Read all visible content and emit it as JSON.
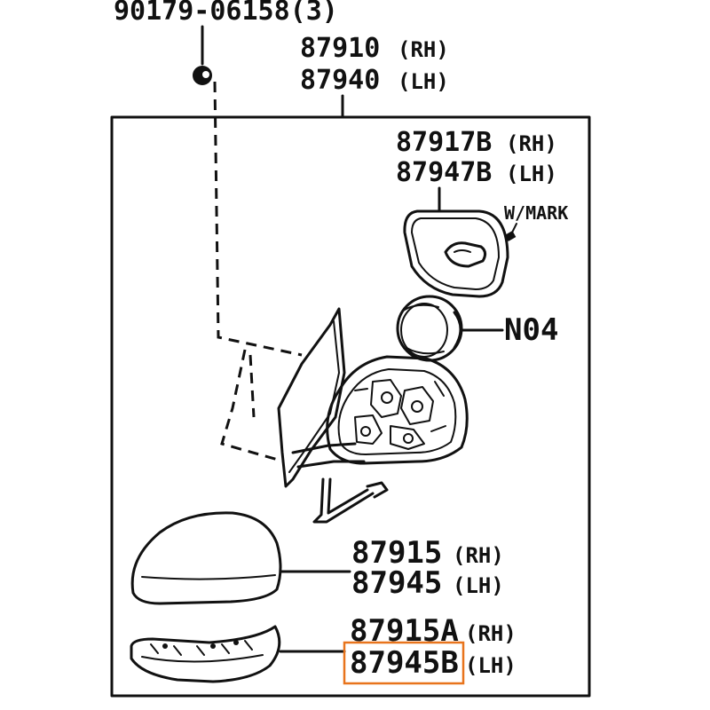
{
  "screw": {
    "part_no": "90179-06158(3)"
  },
  "mirror_assembly": {
    "rh": "87910",
    "rh_side": "(RH)",
    "lh": "87940",
    "lh_side": "(LH)"
  },
  "mirror_glass": {
    "rh": "87917B",
    "rh_side": "(RH)",
    "lh": "87947B",
    "lh_side": "(LH)",
    "mark_note": "W/MARK"
  },
  "n04": {
    "label": "N04"
  },
  "cover": {
    "rh": "87915",
    "rh_side": "(RH)",
    "lh": "87945",
    "lh_side": "(LH)"
  },
  "turn_lamp": {
    "rh": "87915A",
    "rh_side": "(RH)",
    "lh": "87945B",
    "lh_side": "(LH)"
  },
  "colors": {
    "line": "#111111",
    "highlight": "#e8741c",
    "background": "#ffffff"
  }
}
